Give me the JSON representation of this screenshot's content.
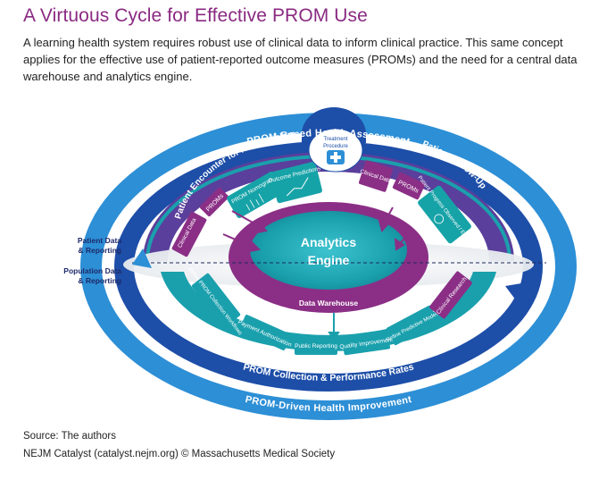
{
  "header": {
    "title": "A Virtuous Cycle for Effective PROM Use",
    "subtitle": "A learning health system requires robust use of clinical data to inform clinical practice. This same concept applies for the effective use of patient-reported outcome measures (PROMs) and the need for a central data warehouse and analytics engine."
  },
  "diagram": {
    "outer_top_label": "PROM-Based Health Assessment",
    "outer_bottom_label": "PROM-Driven Health Improvement",
    "inner_bottom_label": "PROM Collection & Performance Rates",
    "left_arc_label": "Patient Encounter for New Problem",
    "right_arc_label": "Patient Follow-Up",
    "treatment": {
      "line1": "Treatment",
      "line2": "Procedure"
    },
    "center": {
      "line1": "Analytics",
      "line2": "Engine",
      "warehouse": "Data Warehouse"
    },
    "side_labels": {
      "patient_line1": "Patient Data",
      "patient_line2": "& Reporting",
      "population_line1": "Population Data",
      "population_line2": "& Reporting"
    },
    "left_tabs": [
      "Clinical Data",
      "PROMs",
      "PROM Nomogram",
      "Outcome Predictions"
    ],
    "right_tabs": [
      "Clinical Data",
      "PROMs",
      "Patient Progress Observed / Expected"
    ],
    "bottom_tabs": [
      "Refine PROM Collection Workflows",
      "Payment Authorization",
      "Public Reporting",
      "Quality Improvement",
      "Refine Predictive Models",
      "Clinical Research"
    ],
    "colors": {
      "outer_ring": "#2d8fd6",
      "inner_ring": "#1d4ea8",
      "purple": "#8b2f86",
      "teal": "#1ba6b3",
      "tab": "#16a3a8"
    }
  },
  "footer": {
    "source": "Source: The authors",
    "credit": "NEJM Catalyst (catalyst.nejm.org) © Massachusetts Medical Society"
  }
}
